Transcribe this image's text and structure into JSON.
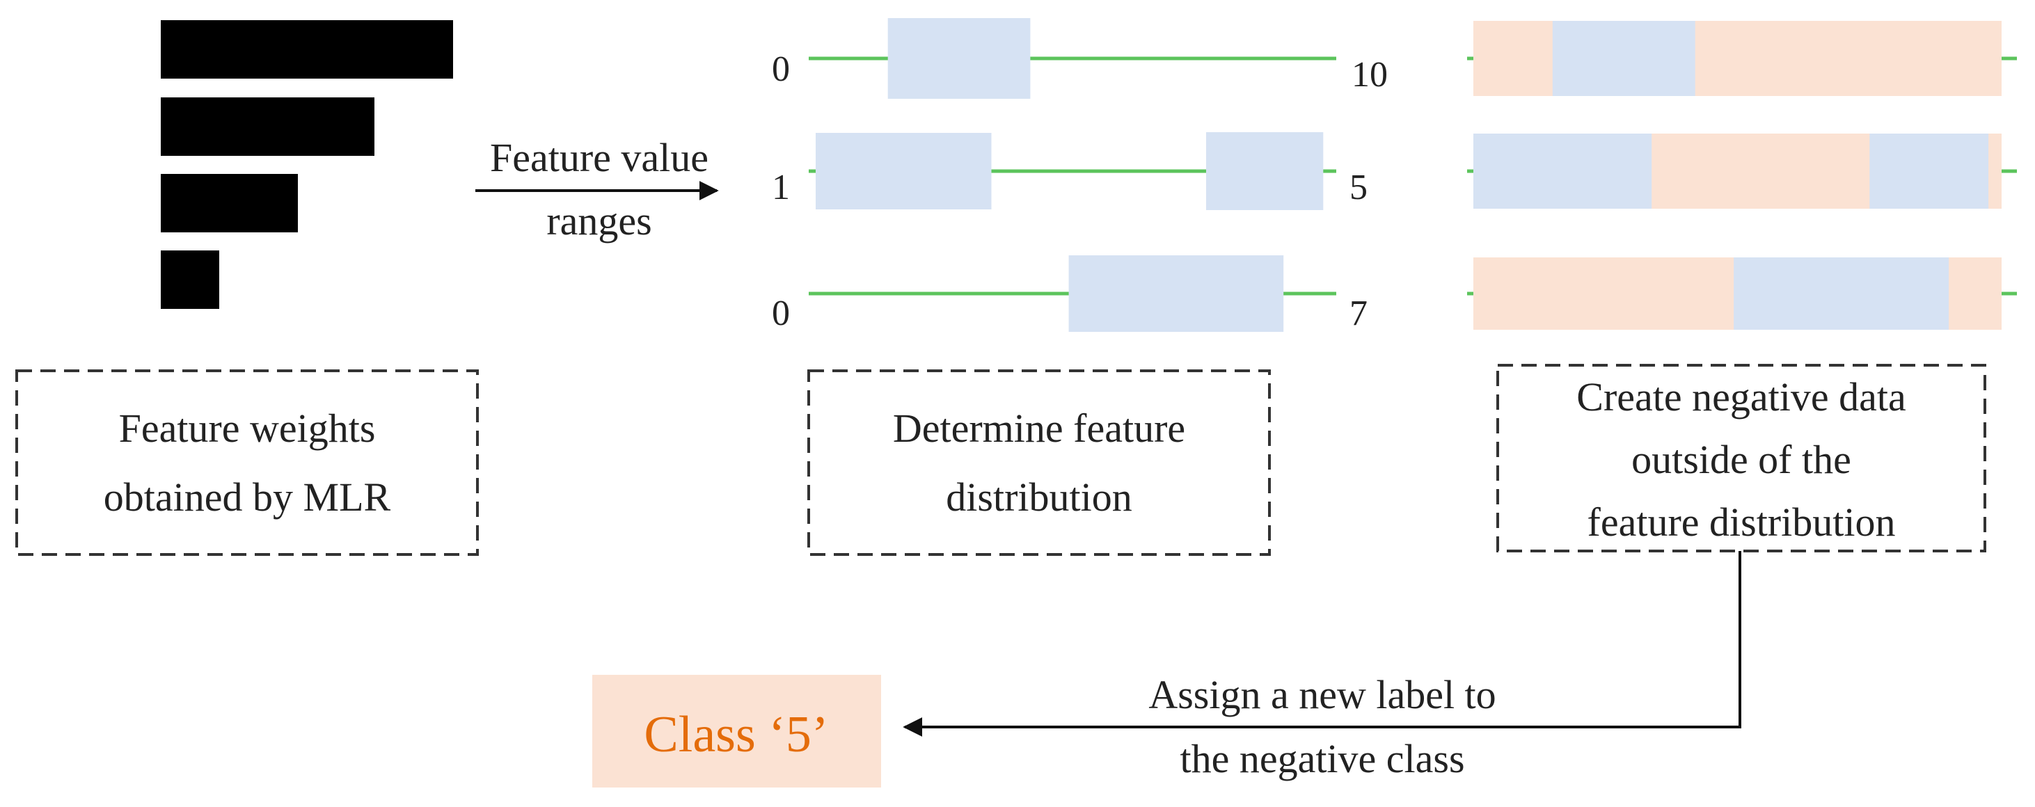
{
  "colors": {
    "bar": "#000000",
    "range_box": "#D6E2F3",
    "negative_box": "#FBE2D3",
    "axis_line": "#5CC45C",
    "class_box": "#FBE2D3",
    "class_text": "#E46C0A",
    "text": "#222222"
  },
  "feature_weights": {
    "bars": [
      1.0,
      0.73,
      0.47,
      0.2
    ],
    "caption_lines": [
      "Feature weights",
      "obtained by MLR"
    ]
  },
  "arrow1_label_lines": [
    "Feature value",
    "ranges"
  ],
  "distribution": {
    "caption_lines": [
      "Determine feature",
      "distribution"
    ],
    "features": [
      {
        "min": "0",
        "max": "10",
        "min_value": 0,
        "max_value": 10,
        "ranges": [
          [
            1.5,
            4.2
          ]
        ]
      },
      {
        "min": "1",
        "max": "5",
        "min_value": 1,
        "max_value": 5,
        "ranges": [
          [
            1.0,
            2.35
          ],
          [
            4.0,
            4.9
          ]
        ]
      },
      {
        "min": "0",
        "max": "7",
        "min_value": 0,
        "max_value": 7,
        "ranges": [
          [
            3.45,
            6.3
          ]
        ]
      }
    ]
  },
  "negative": {
    "caption_lines": [
      "Create negative data",
      "outside of the",
      "feature distribution"
    ]
  },
  "arrow2_label_lines": [
    "Assign a new label to",
    "the negative class"
  ],
  "class_label": "Class ‘5’"
}
